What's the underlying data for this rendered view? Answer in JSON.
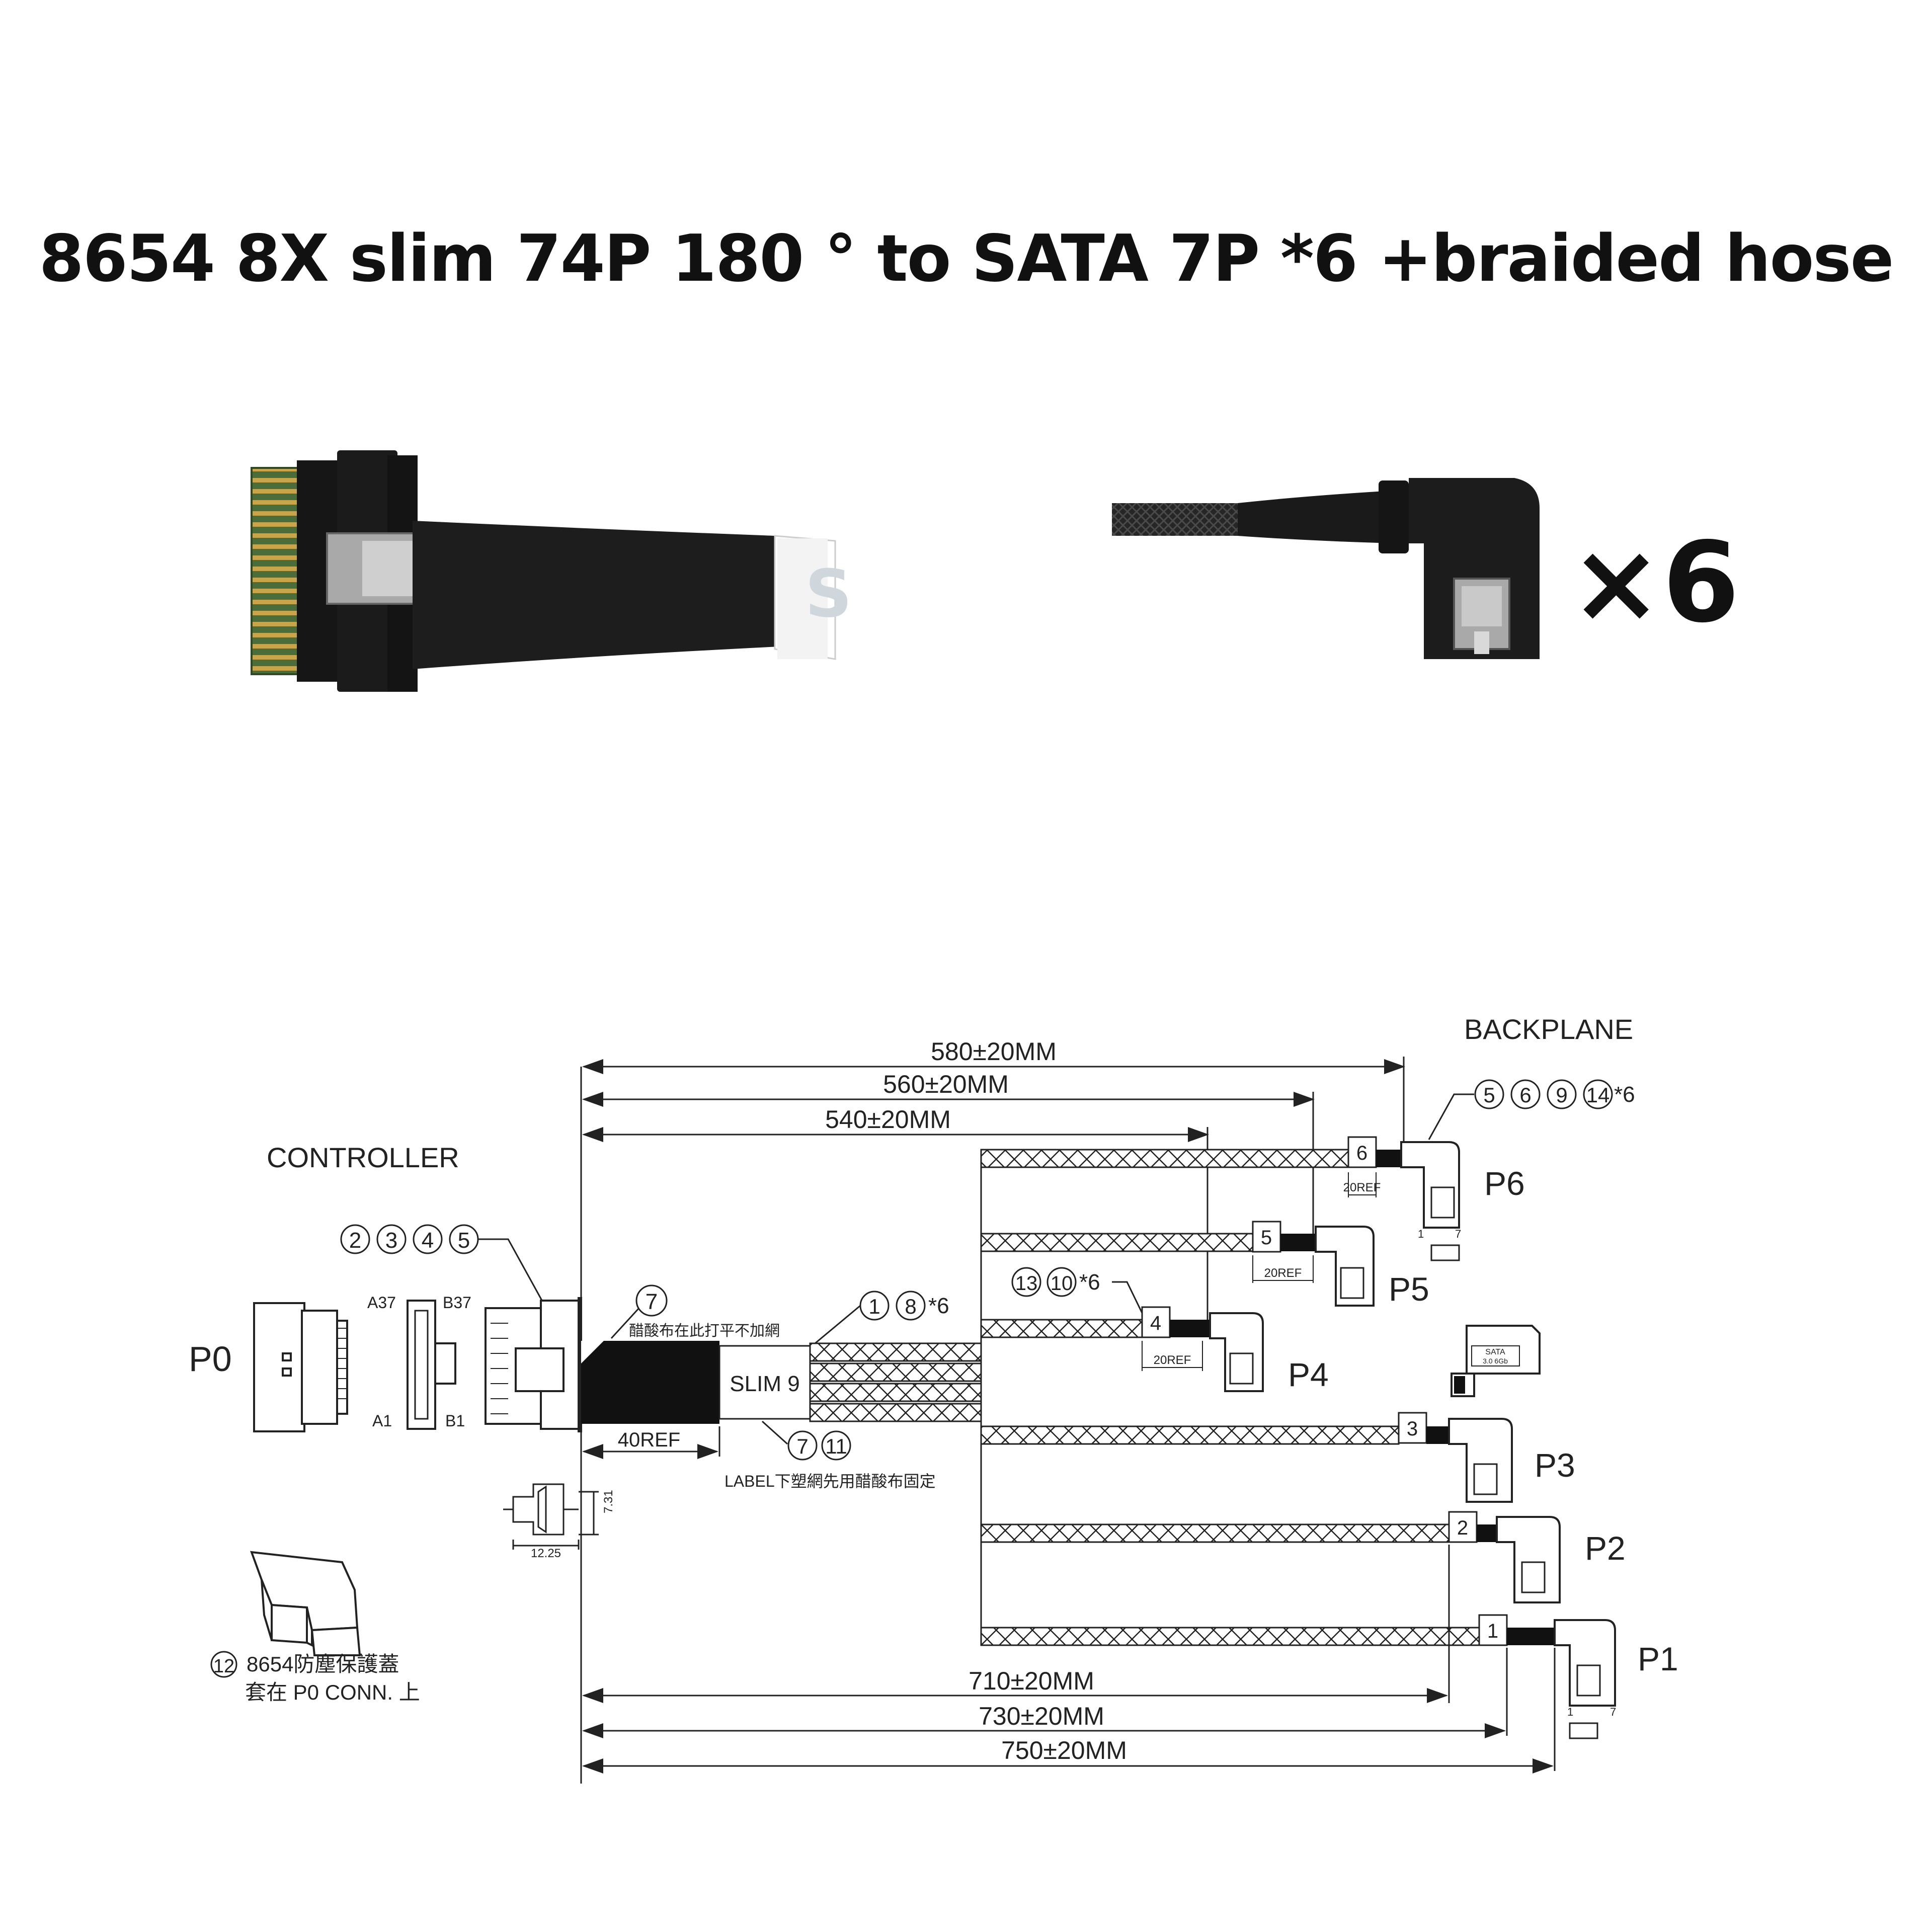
{
  "title": "8654 8X slim 74P 180 ° to SATA 7P *6 +braided hose",
  "quantity_label": "×6",
  "controller": {
    "heading": "CONTROLLER",
    "port": "P0",
    "callouts": [
      "2",
      "3",
      "4",
      "5"
    ],
    "pin_labels": {
      "top_left": "A37",
      "top_right": "B37",
      "bottom_left": "A1",
      "bottom_right": "B1"
    },
    "dim_width": "12.25",
    "dim_height": "7.31",
    "cover_callout": "12",
    "cover_note_line1": "8654防塵保護蓋",
    "cover_note_line2": "套在 P0 CONN. 上"
  },
  "backplane": {
    "heading": "BACKPLANE",
    "callouts": [
      "5",
      "6",
      "9",
      "14"
    ],
    "callouts_suffix": "*6"
  },
  "sleeve": {
    "callout": "7",
    "note": "醋酸布在此打平不加網",
    "length": "40REF"
  },
  "label_block": {
    "text": "SLIM 9",
    "callouts": [
      "7",
      "11"
    ],
    "note": "LABEL下塑網先用醋酸布固定"
  },
  "braid": {
    "callouts": [
      "1",
      "8"
    ],
    "callouts_suffix": "*6"
  },
  "marker": {
    "callouts": [
      "13",
      "10"
    ],
    "callouts_suffix": "*6"
  },
  "sata_label": {
    "line1": "SATA",
    "line2": "3.0 6Gb"
  },
  "pinout": {
    "first": "1",
    "last": "7"
  },
  "ports": [
    {
      "name": "P6",
      "marker": "6",
      "ref": "20REF"
    },
    {
      "name": "P5",
      "marker": "5",
      "ref": "20REF"
    },
    {
      "name": "P4",
      "marker": "4",
      "ref": "20REF"
    },
    {
      "name": "P3",
      "marker": "3"
    },
    {
      "name": "P2",
      "marker": "2"
    },
    {
      "name": "P1",
      "marker": "1"
    }
  ],
  "dimensions": {
    "top": [
      "580±20MM",
      "560±20MM",
      "540±20MM"
    ],
    "bottom": [
      "710±20MM",
      "730±20MM",
      "750±20MM"
    ]
  }
}
